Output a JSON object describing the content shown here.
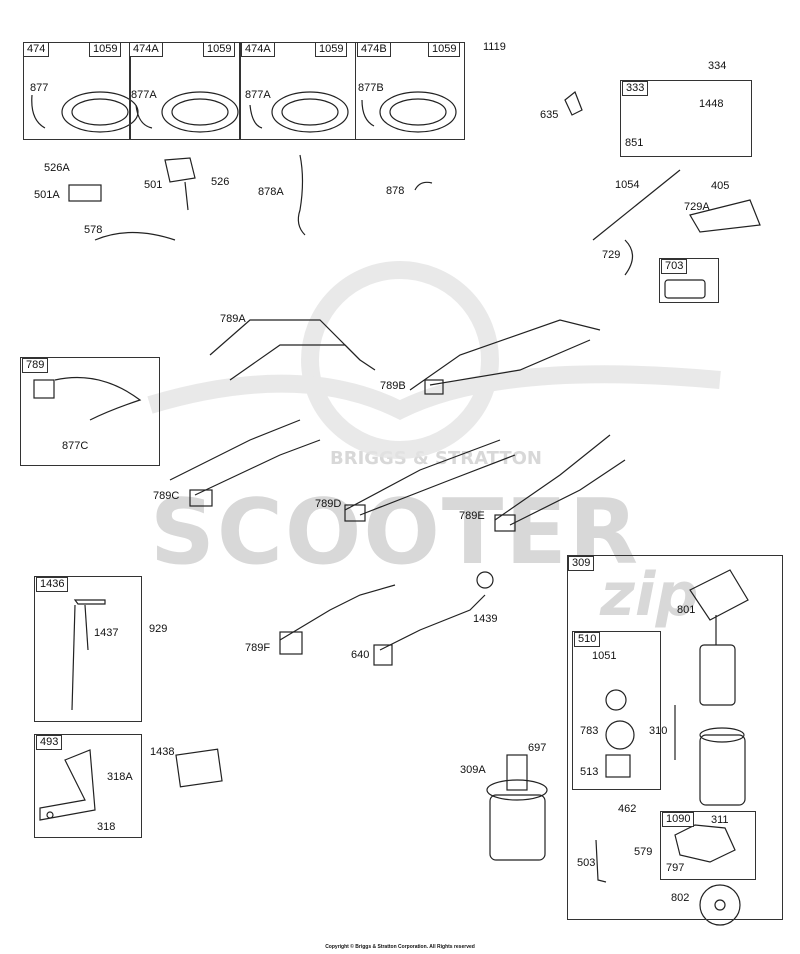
{
  "watermark": {
    "brand": "BRIGGS & STRATTON",
    "name": "SCOOTER",
    "suffix": "zip"
  },
  "kits": {
    "k474": {
      "title": "474",
      "hw": "1059",
      "part": "877"
    },
    "k474A_1": {
      "title": "474A",
      "hw": "1059",
      "part": "877A"
    },
    "k474A_2": {
      "title": "474A",
      "hw": "1059",
      "part": "877A"
    },
    "k474B": {
      "title": "474B",
      "hw": "1059",
      "part": "877B"
    },
    "k333": {
      "title": "333",
      "p1": "1448",
      "p2": "851"
    },
    "k703": {
      "title": "703"
    },
    "k789": {
      "title": "789",
      "p1": "877C"
    },
    "k1436": {
      "title": "1436",
      "p1": "1437"
    },
    "k493": {
      "title": "493",
      "p1": "318A",
      "p2": "318"
    },
    "k309": {
      "title": "309"
    },
    "k510": {
      "title": "510",
      "p1": "1051",
      "p2": "783",
      "p3": "513"
    },
    "k1090": {
      "title": "1090",
      "p1": "311",
      "p2": "797"
    }
  },
  "labels": {
    "l1119": "1119",
    "l334": "334",
    "l635": "635",
    "l526A": "526A",
    "l501A": "501A",
    "l501": "501",
    "l526": "526",
    "l878A": "878A",
    "l878": "878",
    "l578": "578",
    "l1054": "1054",
    "l405": "405",
    "l729A": "729A",
    "l729": "729",
    "l789A": "789A",
    "l789B": "789B",
    "l789C": "789C",
    "l789D": "789D",
    "l789E": "789E",
    "l929": "929",
    "l789F": "789F",
    "l640": "640",
    "l1439": "1439",
    "l801": "801",
    "l310": "310",
    "l697": "697",
    "l1438": "1438",
    "l309A": "309A",
    "l462": "462",
    "l579": "579",
    "l503": "503",
    "l802": "802"
  },
  "copyright": "Copyright © Briggs & Stratton Corporation. All Rights reserved"
}
